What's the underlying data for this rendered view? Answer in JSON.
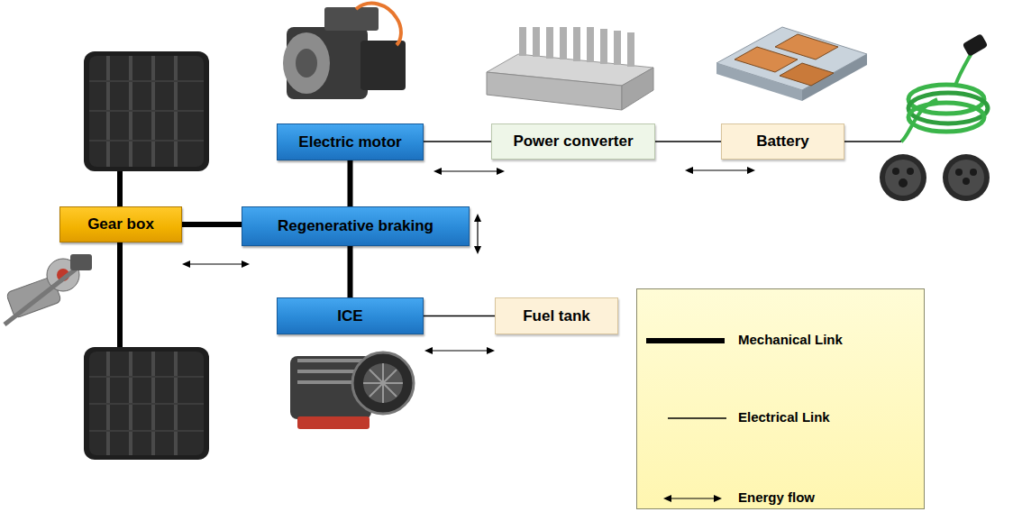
{
  "diagram": {
    "nodes": [
      {
        "text": [
          "Electric motor"
        ]
      },
      {
        "text": [
          "Power converter"
        ]
      },
      {
        "text": [
          "Battery"
        ]
      },
      {
        "text": [
          "Gear box"
        ]
      },
      {
        "text": [
          "Regenerative braking"
        ]
      },
      {
        "text": [
          "ICE"
        ]
      },
      {
        "text": [
          "Fuel tank"
        ]
      }
    ],
    "edges": [
      {
        "from": 0,
        "to": 1,
        "arrow": "none"
      },
      {
        "from": 1,
        "to": 2,
        "arrow": "none"
      },
      {
        "from": 3,
        "to": 4,
        "arrow": "none"
      },
      {
        "from": 0,
        "to": 4,
        "arrow": "none"
      },
      {
        "from": 4,
        "to": 5,
        "arrow": "none"
      },
      {
        "from": 5,
        "to": 6,
        "arrow": "none"
      }
    ],
    "legend": [
      {
        "text": "Mechanical Link"
      },
      {
        "text": "Electrical Link"
      },
      {
        "text": "Energy flow"
      }
    ]
  }
}
